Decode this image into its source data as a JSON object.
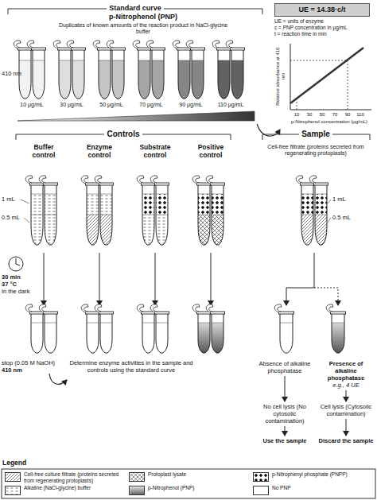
{
  "diagram": {
    "nodes": [
      {
        "text": [
          "UE = 14.38·c/t"
        ]
      },
      {
        "text": [
          "Buffer control"
        ]
      },
      {
        "text": [
          "Enzyme control"
        ]
      },
      {
        "text": [
          "Substrate control"
        ]
      },
      {
        "text": [
          "Positive control"
        ]
      },
      {
        "text": [
          "Cell-free filtrate (proteins secreted from regenerating protoplasts)"
        ]
      },
      {
        "text": [
          "Absence of alkaline phosphatase"
        ]
      },
      {
        "text": [
          "Presence of alkaline phosphatase",
          "e.g., 4 UE"
        ]
      },
      {
        "text": [
          "No cell lysis (No cytosolic contamination)"
        ]
      },
      {
        "text": [
          "Cell lysis (Cytosolic contamination)"
        ]
      },
      {
        "text": [
          "Use the sample"
        ]
      },
      {
        "text": [
          "Discard the sample"
        ]
      }
    ],
    "edges": [
      {
        "from": 6,
        "to": 8,
        "arrow": "to"
      },
      {
        "from": 7,
        "to": 9,
        "arrow": "to"
      },
      {
        "from": 8,
        "to": 10,
        "arrow": "to"
      },
      {
        "from": 9,
        "to": 11,
        "arrow": "to"
      }
    ],
    "labels": [
      "Standard curve",
      "p-Nitrophenol (PNP)",
      "Duplicates of known amounts of the reaction product in NaCl-glycine buffer",
      "410 nm",
      "10 µg/mL",
      "30 µg/mL",
      "50 µg/mL",
      "70 µg/mL",
      "90 µg/mL",
      "110 µg/mL",
      "UE = units of enzyme",
      "c = PNP concentration in µg/mL",
      "t = reaction time in min",
      "Relative absorbance at 410 nm",
      "10",
      "30",
      "50",
      "70",
      "90",
      "110",
      "p-Nitrophenol concentration (µg/mL)",
      "Controls",
      "Sample",
      "1 mL",
      "0.5 mL",
      "1 mL",
      "0.5 mL",
      "30 min",
      "37 °C",
      "In the dark",
      "stop (0.05 M NaOH)",
      "410 nm",
      "Determine enzyme activities in the sample and controls using the standard curve",
      "Legend"
    ],
    "legend": [
      {
        "text": "Cell-free culture filtrate (proteins secreted from regenerating protoplasts)"
      },
      {
        "text": "Protoplast lysate"
      },
      {
        "text": "p-Nitrophenyl phosphate (PNPP)"
      },
      {
        "text": "Alkaline (NaCl-glycine) buffer"
      },
      {
        "text": "p-Nitrophenol (PNP)"
      },
      {
        "text": "No PNP",
        "color": "#ffffff"
      }
    ]
  }
}
